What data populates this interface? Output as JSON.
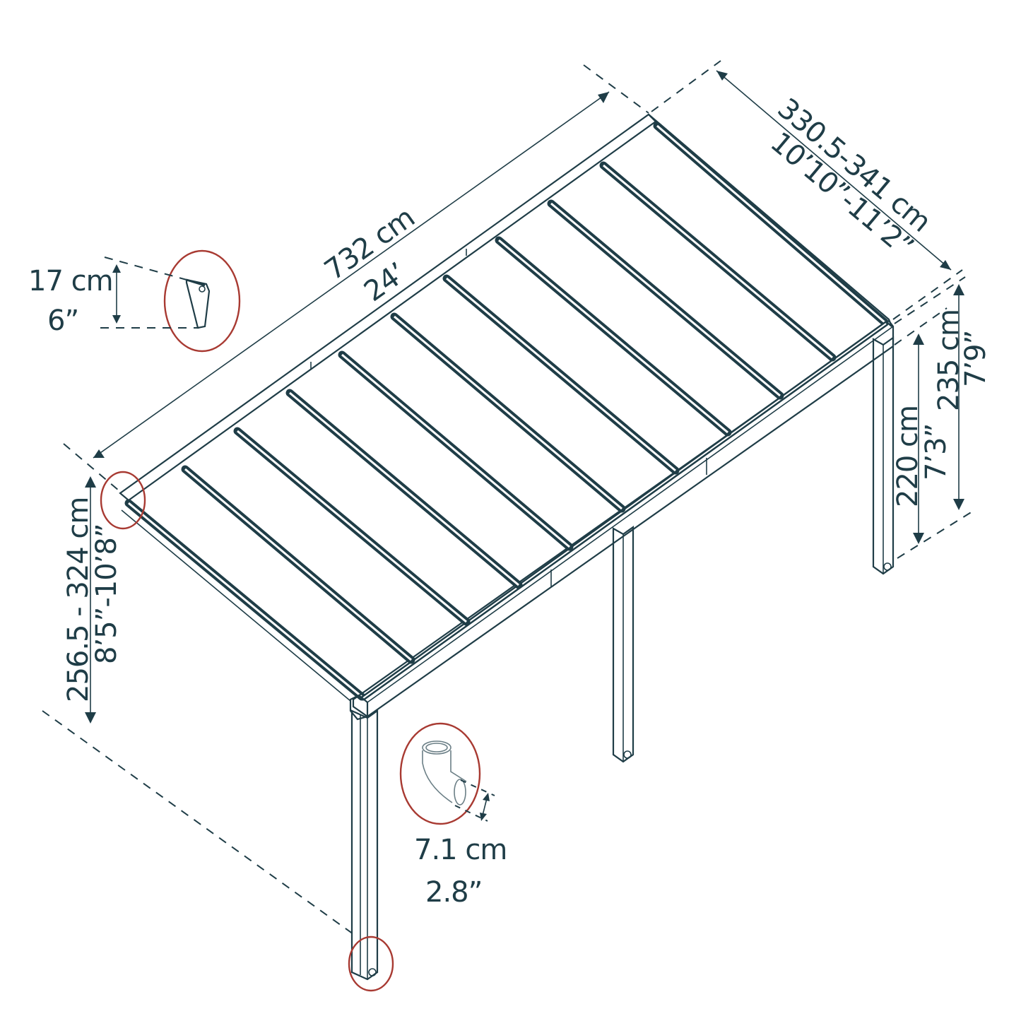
{
  "diagram": {
    "subject": "patio-cover-isometric-dimensions",
    "colors": {
      "line": "#1f3d47",
      "callout_circle": "#a83a32",
      "background": "#ffffff"
    },
    "dimensions": {
      "length": {
        "metric": "732 cm",
        "imperial": "24’"
      },
      "depth": {
        "metric": "330.5-341 cm",
        "imperial": "10’10”-11’2”"
      },
      "front_height": {
        "metric": "220 cm",
        "imperial": "7’3”"
      },
      "rear_height": {
        "metric": "235 cm",
        "imperial": "7’9”"
      },
      "wall_height": {
        "metric": "256.5 - 324 cm",
        "imperial": "8’5”-10’8”"
      },
      "bracket_height": {
        "metric": "17 cm",
        "imperial": "6”"
      },
      "downpipe_diameter": {
        "metric": "7.1 cm",
        "imperial": "2.8”"
      }
    },
    "callouts": [
      {
        "name": "wall-bracket-detail"
      },
      {
        "name": "corner-frame-detail"
      },
      {
        "name": "downpipe-elbow-detail"
      },
      {
        "name": "post-base-detail"
      }
    ],
    "rafter_count": 10,
    "post_count": 3
  }
}
